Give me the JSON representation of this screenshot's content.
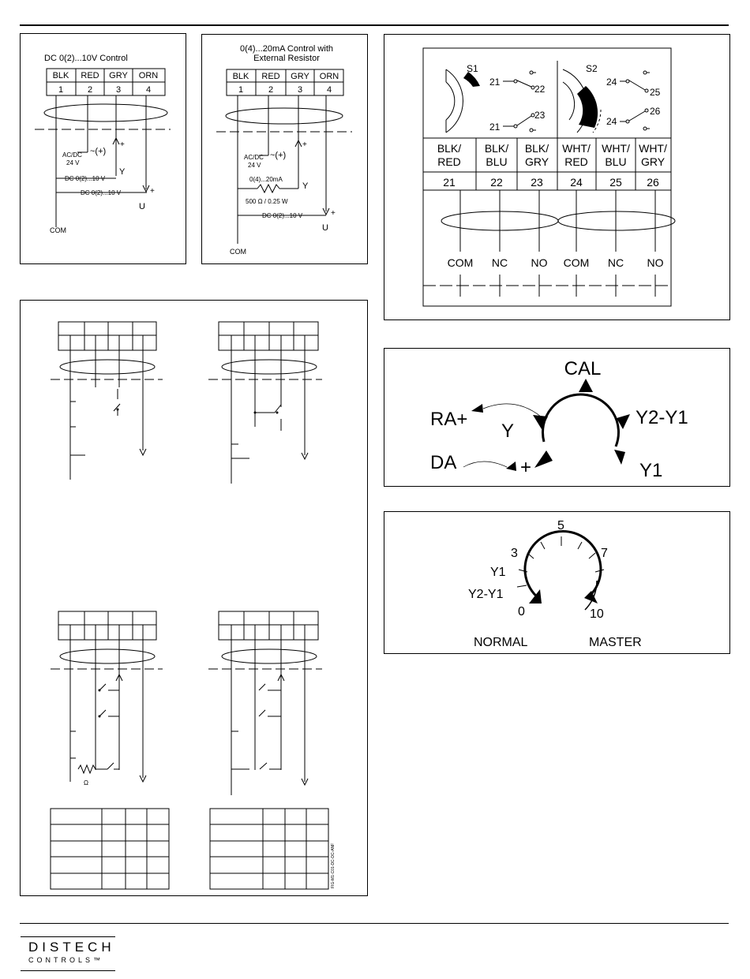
{
  "wiring_10v": {
    "title": "DC 0(2)...10V Control",
    "terminals": [
      {
        "color": "BLK",
        "num": "1"
      },
      {
        "color": "RED",
        "num": "2"
      },
      {
        "color": "GRY",
        "num": "3"
      },
      {
        "color": "ORN",
        "num": "4"
      }
    ],
    "supply_label": "AC/DC",
    "supply_voltage": "24 V",
    "supply_symbol": "~(+)",
    "control_label": "DC 0(2)...10 V",
    "feedback_label": "DC 0(2)...10 V",
    "y_label": "Y",
    "u_label": "U",
    "plus": "+",
    "com_label": "COM"
  },
  "wiring_20ma": {
    "title_line1": "0(4)...20mA Control with",
    "title_line2": "External Resistor",
    "terminals": [
      {
        "color": "BLK",
        "num": "1"
      },
      {
        "color": "RED",
        "num": "2"
      },
      {
        "color": "GRY",
        "num": "3"
      },
      {
        "color": "ORN",
        "num": "4"
      }
    ],
    "supply_label": "AC/DC",
    "supply_voltage": "24 V",
    "supply_symbol": "~(+)",
    "current_label": "0(4)...20mA",
    "resistor_label": "500 Ω / 0.25 W",
    "feedback_label": "DC 0(2)...10 V",
    "y_label": "Y",
    "u_label": "U",
    "plus": "+",
    "com_label": "COM"
  },
  "aux_switches": {
    "s1_label": "S1",
    "s2_label": "S2",
    "s1_contacts": [
      "21",
      "22",
      "21",
      "23"
    ],
    "s2_contacts": [
      "24",
      "25",
      "24",
      "26"
    ],
    "wires": [
      {
        "color_line1": "BLK/",
        "color_line2": "RED",
        "num": "21",
        "function": "COM"
      },
      {
        "color_line1": "BLK/",
        "color_line2": "BLU",
        "num": "22",
        "function": "NC"
      },
      {
        "color_line1": "BLK/",
        "color_line2": "GRY",
        "num": "23",
        "function": "NO"
      },
      {
        "color_line1": "WHT/",
        "color_line2": "RED",
        "num": "24",
        "function": "COM"
      },
      {
        "color_line1": "WHT/",
        "color_line2": "BLU",
        "num": "25",
        "function": "NC"
      },
      {
        "color_line1": "WHT/",
        "color_line2": "GRY",
        "num": "26",
        "function": "NO"
      }
    ]
  },
  "mode_dial": {
    "cal": "CAL",
    "ra_plus": "RA+",
    "y": "Y",
    "y2_y1": "Y2-Y1",
    "da": "DA",
    "plus": "+",
    "y1": "Y1"
  },
  "range_dial": {
    "ticks": [
      "0",
      "3",
      "5",
      "7",
      "10"
    ],
    "y1": "Y1",
    "y2_y1": "Y2-Y1",
    "normal": "NORMAL",
    "master": "MASTER"
  },
  "switch_table_labels": {
    "resistor_symbol": "Ω",
    "drawing_code": "FIG-M1-C01-DC-DC-ANF"
  },
  "footer": {
    "logo_line1": "DISTECH",
    "logo_line2": "CONTROLS™"
  }
}
